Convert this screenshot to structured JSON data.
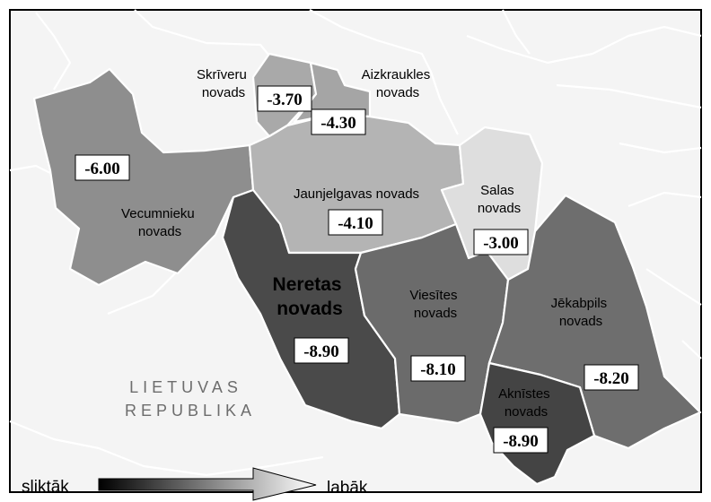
{
  "map": {
    "country_label": [
      "LIETUVAS",
      "REPUBLIKA"
    ],
    "regions": [
      {
        "id": "vecumnieku",
        "name": [
          "Vecumnieku",
          "novads"
        ],
        "value": "-6.00",
        "fill": "#8e8e8e"
      },
      {
        "id": "skriveru",
        "name": [
          "Skrīveru",
          "novads"
        ],
        "value": "-3.70",
        "fill": "#a9a9a9"
      },
      {
        "id": "aizkraukles",
        "name": [
          "Aizkraukles",
          "novads"
        ],
        "value": "-4.30",
        "fill": "#a5a5a5"
      },
      {
        "id": "jaunjelgavas",
        "name": [
          "Jaunjelgavas novads"
        ],
        "value": "-4.10",
        "fill": "#b4b4b4"
      },
      {
        "id": "salas",
        "name": [
          "Salas",
          "novads"
        ],
        "value": "-3.00",
        "fill": "#dedede"
      },
      {
        "id": "neretas",
        "name": [
          "Neretas",
          "novads"
        ],
        "value": "-8.90",
        "fill": "#4a4a4a"
      },
      {
        "id": "viesites",
        "name": [
          "Viesītes",
          "novads"
        ],
        "value": "-8.10",
        "fill": "#6b6b6b"
      },
      {
        "id": "jekabpils",
        "name": [
          "Jēkabpils",
          "novads"
        ],
        "value": "-8.20",
        "fill": "#6e6e6e"
      },
      {
        "id": "aknistes",
        "name": [
          "Aknīstes",
          "novads"
        ],
        "value": "-8.90",
        "fill": "#444444"
      }
    ],
    "legend": {
      "worse": "sliktāk",
      "better": "labāk"
    }
  }
}
